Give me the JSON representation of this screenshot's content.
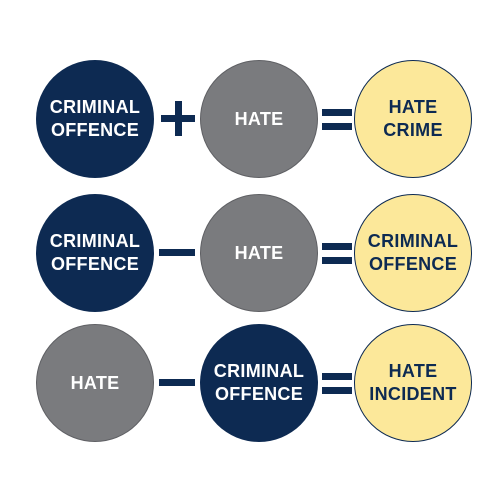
{
  "rows": [
    {
      "left": [
        "CRIMINAL",
        "OFFENCE"
      ],
      "operator": "+",
      "middle": [
        "HATE"
      ],
      "equals": "=",
      "result": [
        "HATE",
        "CRIME"
      ]
    },
    {
      "left": [
        "CRIMINAL",
        "OFFENCE"
      ],
      "operator": "−",
      "middle": [
        "HATE"
      ],
      "equals": "=",
      "result": [
        "CRIMINAL",
        "OFFENCE"
      ]
    },
    {
      "left": [
        "HATE"
      ],
      "operator": "−",
      "middle": [
        "CRIMINAL",
        "OFFENCE"
      ],
      "equals": "=",
      "result": [
        "HATE",
        "INCIDENT"
      ]
    }
  ],
  "colors": {
    "navy": "#0d2a52",
    "grey": "#7a7b7e",
    "yellow": "#fce89a",
    "white": "#ffffff"
  }
}
